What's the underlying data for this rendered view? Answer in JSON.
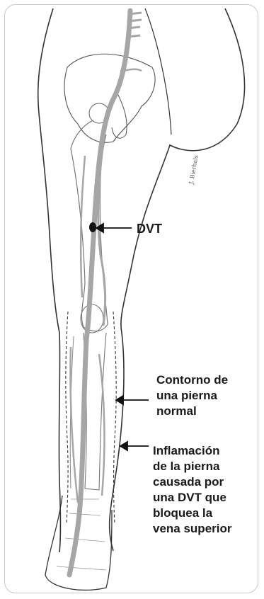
{
  "labels": {
    "dvt": "DVT",
    "normal_outline": [
      "Contorno de",
      "una pierna",
      "normal"
    ],
    "swelling": [
      "Inflamación",
      "de la pierna",
      "causada  por",
      "una DVT que",
      "bloquea la",
      "vena superior"
    ]
  },
  "signature": "J. Bierhals",
  "colors": {
    "outline": "#333333",
    "vein": "#a6a6a6",
    "bone": "#888888",
    "clot": "#111111",
    "text": "#1a1a1a",
    "frame_border": "#c9c9c9"
  }
}
